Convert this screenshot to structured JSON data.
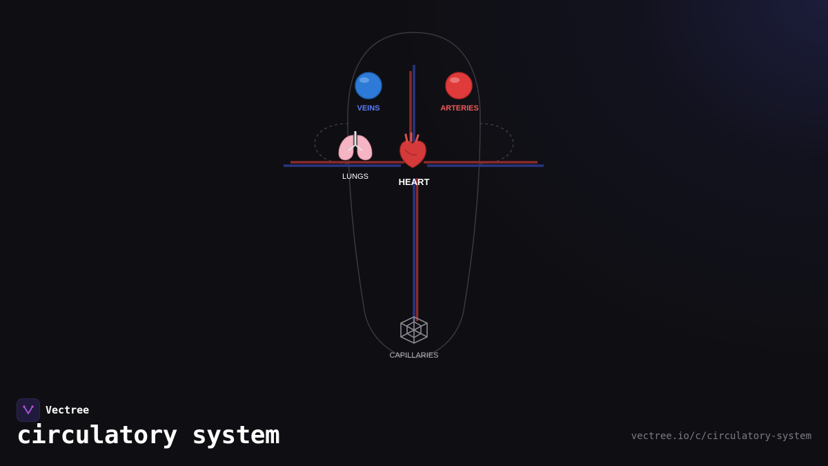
{
  "brand": {
    "name": "Vectree"
  },
  "page": {
    "title": "circulatory system",
    "url": "vectree.io/c/circulatory-system"
  },
  "diagram": {
    "nodes": {
      "veins": {
        "label": "VEINS",
        "glyph": "🔵",
        "color": "#5b7cf5"
      },
      "arteries": {
        "label": "ARTERIES",
        "glyph": "🔴",
        "color": "#f25a5a"
      },
      "lungs": {
        "label": "LUNGS",
        "glyph": "🫁",
        "color": "#ffffff"
      },
      "heart": {
        "label": "HEART",
        "glyph": "🫀",
        "color": "#ffffff"
      },
      "capillaries": {
        "label": "CAPILLARIES",
        "glyph": "🕸",
        "color": "#b8b8c2"
      }
    },
    "colors": {
      "artery_line": "#8a2a2a",
      "vein_line": "#2a3580",
      "outline": "#3a3a3e",
      "dashed": "#45454b"
    }
  }
}
